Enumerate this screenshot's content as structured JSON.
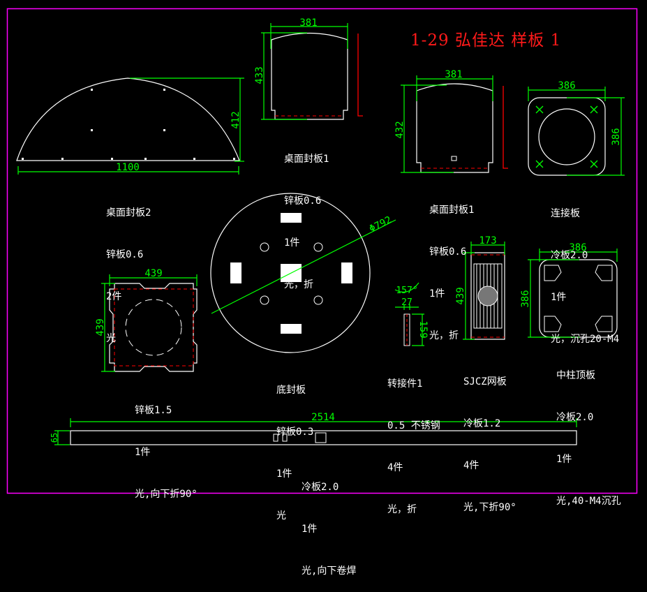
{
  "drawing": {
    "title": "1-29 弘佳达 样板 1",
    "colors": {
      "background": "#000000",
      "frame": "#ff00ff",
      "geometry": "#ffffff",
      "dimension": "#00ff00",
      "bend_line": "#ff0000",
      "title": "#ff1a1a"
    }
  },
  "parts": [
    {
      "id": "desk-cover-2",
      "dimensions": {
        "width": "1100",
        "height": "412"
      },
      "notes": [
        "桌面封板2",
        "锌板0.6",
        "2件",
        "光"
      ]
    },
    {
      "id": "desk-cover-1a",
      "dimensions": {
        "width": "381",
        "height": "433"
      },
      "notes": [
        "桌面封板1",
        "锌板0.6",
        "1件",
        "光，折"
      ]
    },
    {
      "id": "desk-cover-1b",
      "dimensions": {
        "width": "381",
        "height": "432"
      },
      "notes": [
        "桌面封板1",
        "锌板0.6",
        "1件",
        "光，折"
      ]
    },
    {
      "id": "connecting-plate",
      "dimensions": {
        "width": "386",
        "height": "386"
      },
      "notes": [
        "连接板",
        "冷板2.0",
        "1件",
        "光，沉孔20-M4"
      ]
    },
    {
      "id": "zinc-plate-square",
      "dimensions": {
        "width": "439",
        "height": "439"
      },
      "notes": [
        "锌板1.5",
        "1件",
        "光,向下折90°"
      ]
    },
    {
      "id": "bottom-cover",
      "dimensions": {
        "diameter": "Φ792"
      },
      "notes": [
        "底封板",
        "锌板0.3",
        "1件",
        "光"
      ]
    },
    {
      "id": "adapter-1",
      "dimensions": {
        "angle": "157°",
        "width": "27",
        "height": "159"
      },
      "notes": [
        "转接件1",
        "0.5 不锈钢",
        "4件",
        "光，折"
      ]
    },
    {
      "id": "sjcz-mesh",
      "dimensions": {
        "width": "173",
        "height": "439"
      },
      "notes": [
        "SJCZ网板",
        "冷板1.2",
        "4件",
        "光,下折90°"
      ]
    },
    {
      "id": "column-top-plate",
      "dimensions": {
        "width": "386",
        "height": "386"
      },
      "notes": [
        "中柱顶板",
        "冷板2.0",
        "1件",
        "光,40-M4沉孔"
      ]
    },
    {
      "id": "long-strip",
      "dimensions": {
        "width": "2514",
        "height": "65"
      },
      "notes": [
        "冷板2.0",
        "1件",
        "光,向下卷焊"
      ]
    }
  ]
}
